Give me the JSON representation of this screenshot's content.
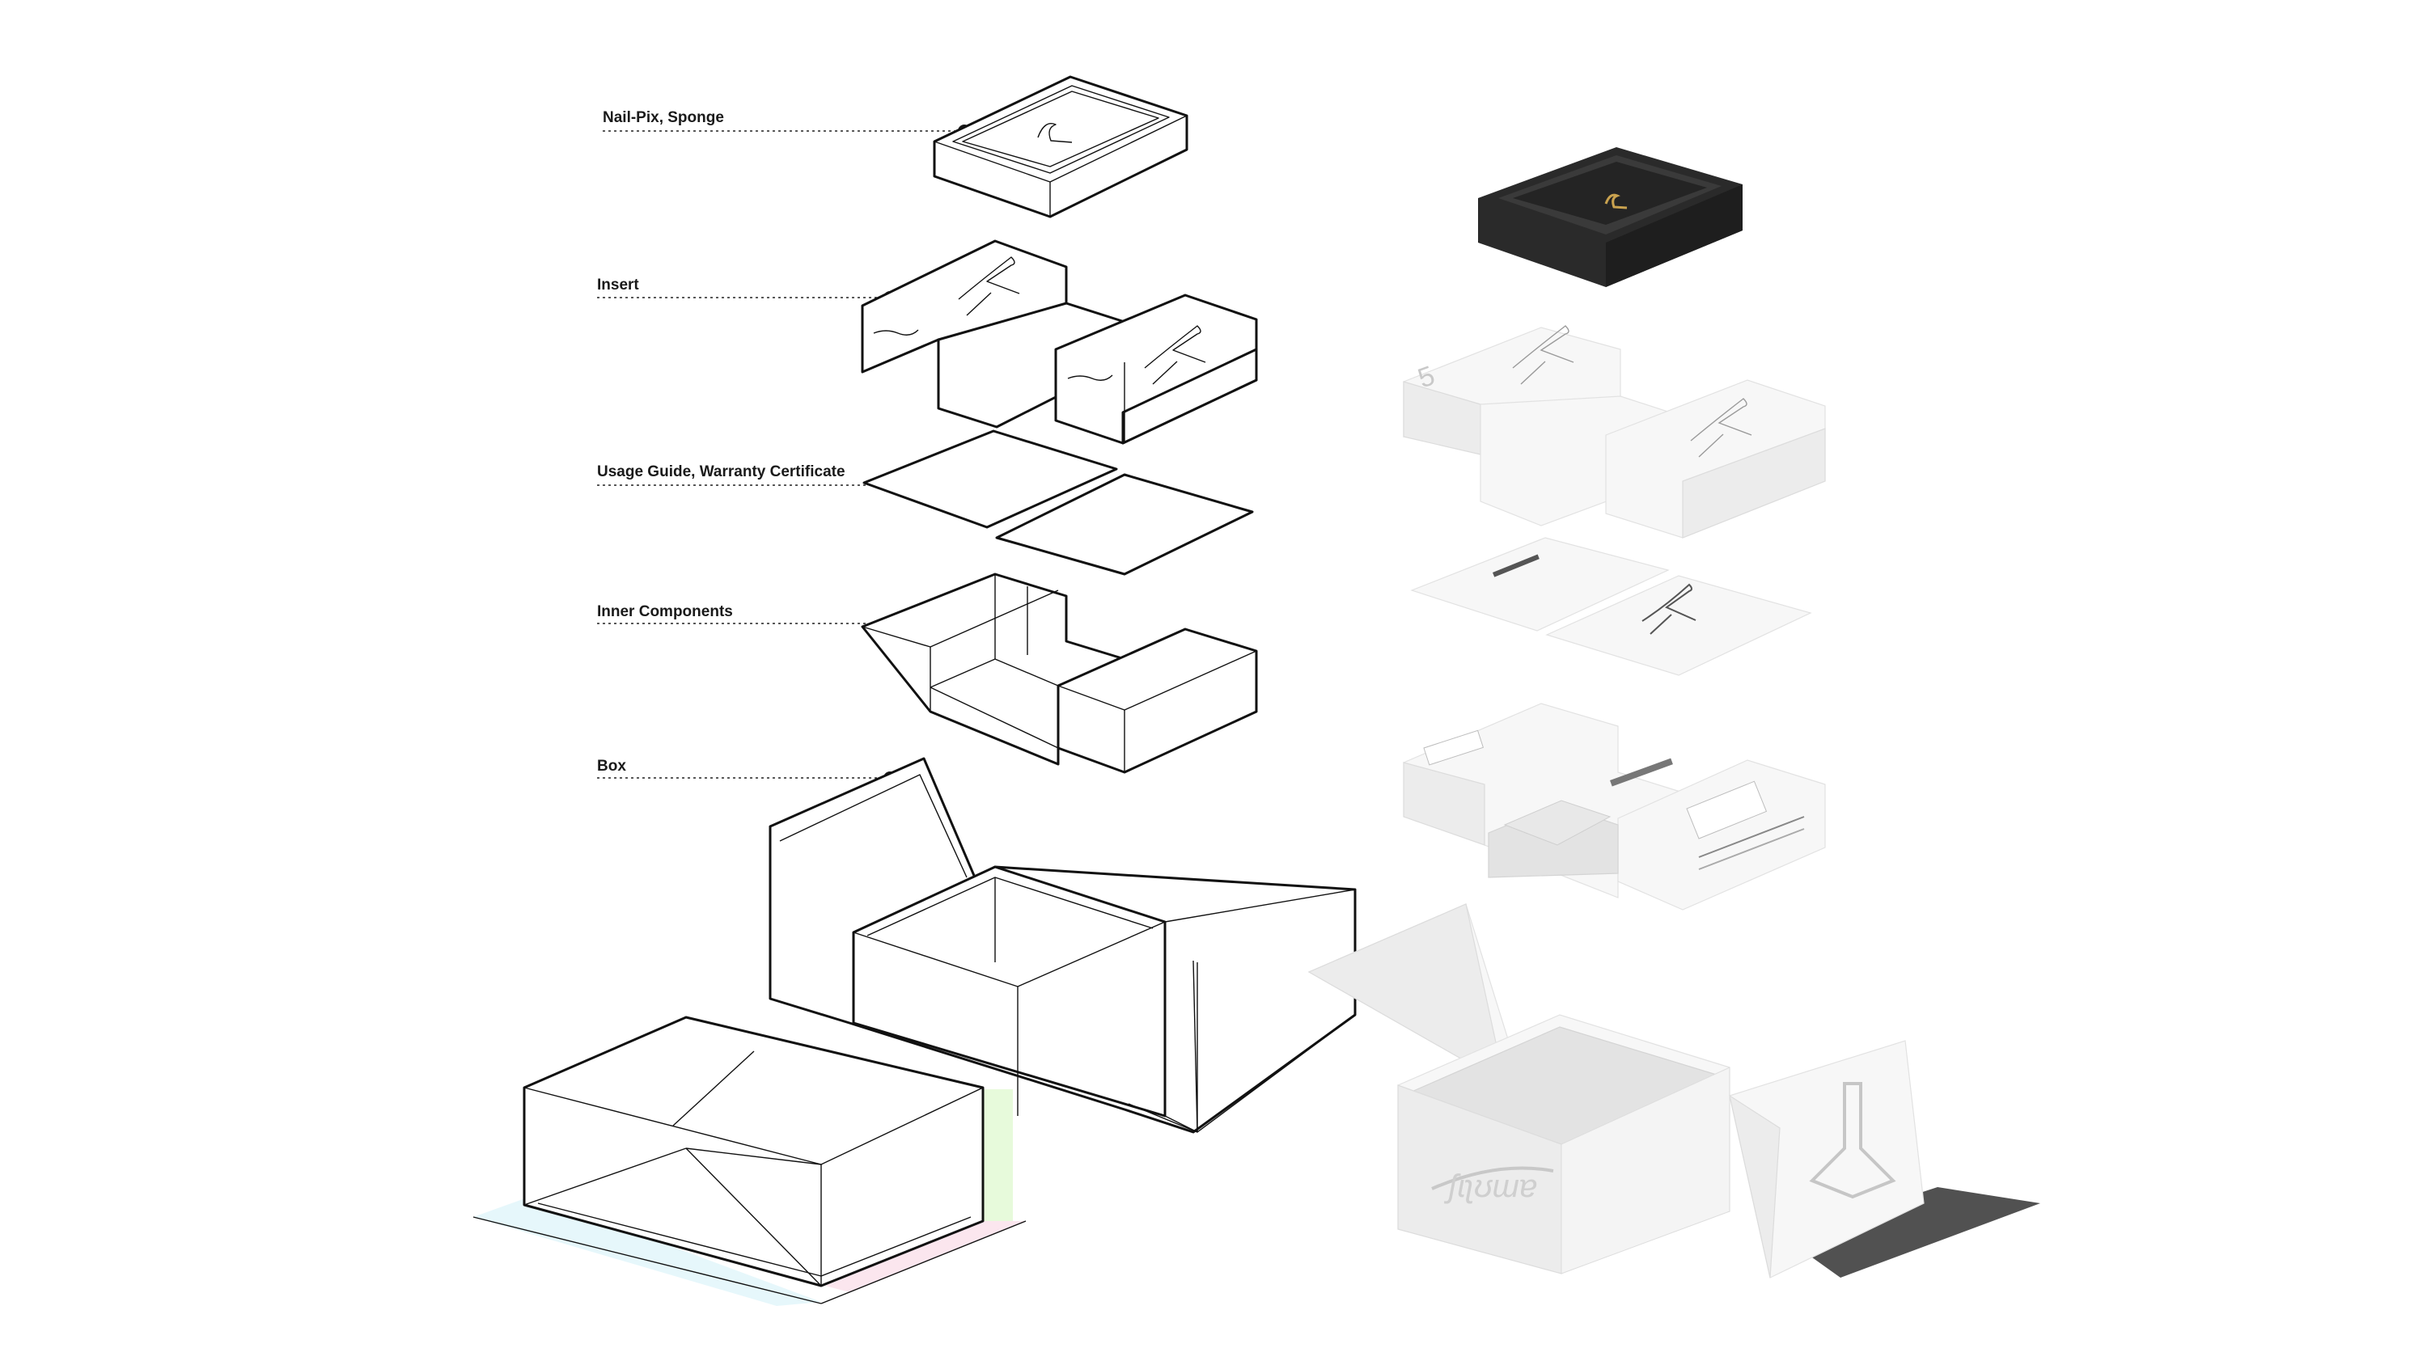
{
  "callouts": [
    {
      "id": "nail-pix",
      "label": "Nail-Pix, Sponge"
    },
    {
      "id": "insert",
      "label": "Insert"
    },
    {
      "id": "usage-guide",
      "label": "Usage Guide, Warranty Certificate"
    },
    {
      "id": "inner-components",
      "label": "Inner Components"
    },
    {
      "id": "box",
      "label": "Box"
    }
  ],
  "colors": {
    "line": "#111111",
    "tray_dark": "#2a2a2a",
    "swatch_blue": "#e6f7fb",
    "swatch_green": "#e7fadb",
    "swatch_pink": "#fbe6ee",
    "shadow": "#333333"
  }
}
